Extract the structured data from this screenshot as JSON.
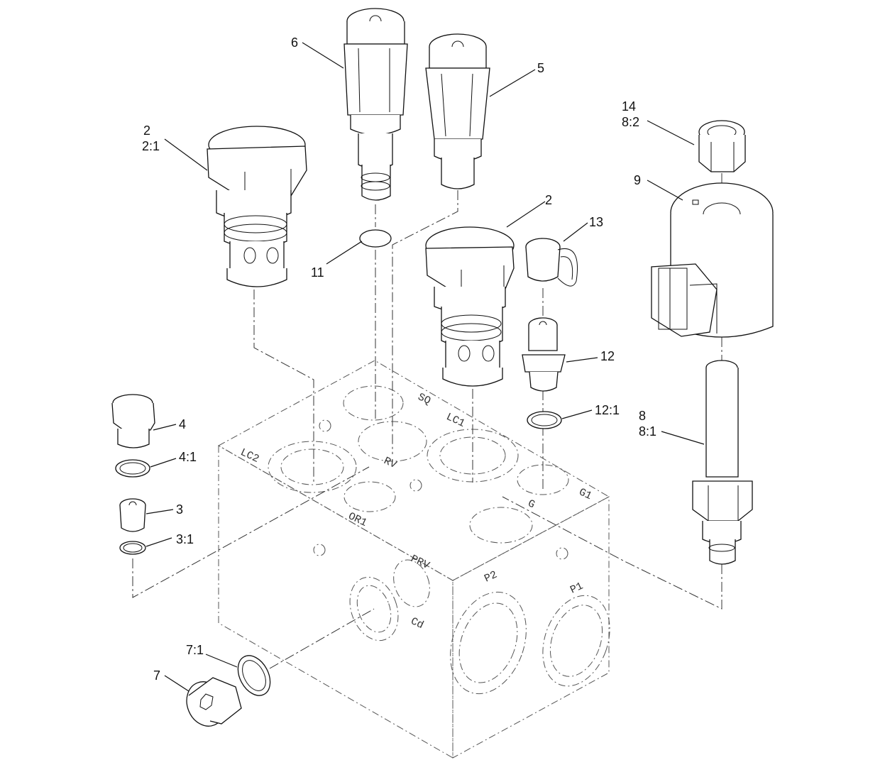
{
  "callouts": {
    "c2a_1": "2",
    "c2a_2": "2:1",
    "c6": "6",
    "c5": "5",
    "c14": "14",
    "c8_2": "8:2",
    "c9": "9",
    "c2b": "2",
    "c13": "13",
    "c11": "11",
    "c12": "12",
    "c12_1": "12:1",
    "c4": "4",
    "c4_1": "4:1",
    "c3": "3",
    "c3_1": "3:1",
    "c8": "8",
    "c8_1": "8:1",
    "c7_1": "7:1",
    "c7": "7"
  },
  "ports": {
    "lc2": "LC2",
    "sq": "SQ",
    "lc1": "LC1",
    "rv": "RV",
    "or1": "OR1",
    "g1": "G1",
    "g": "G",
    "prv": "PRV",
    "p2": "P2",
    "p1": "P1",
    "cd": "Cd"
  },
  "icons": {
    "manifold": "manifold-block-icon",
    "cartridge": "cartridge-valve-icon",
    "coil": "solenoid-coil-icon"
  }
}
